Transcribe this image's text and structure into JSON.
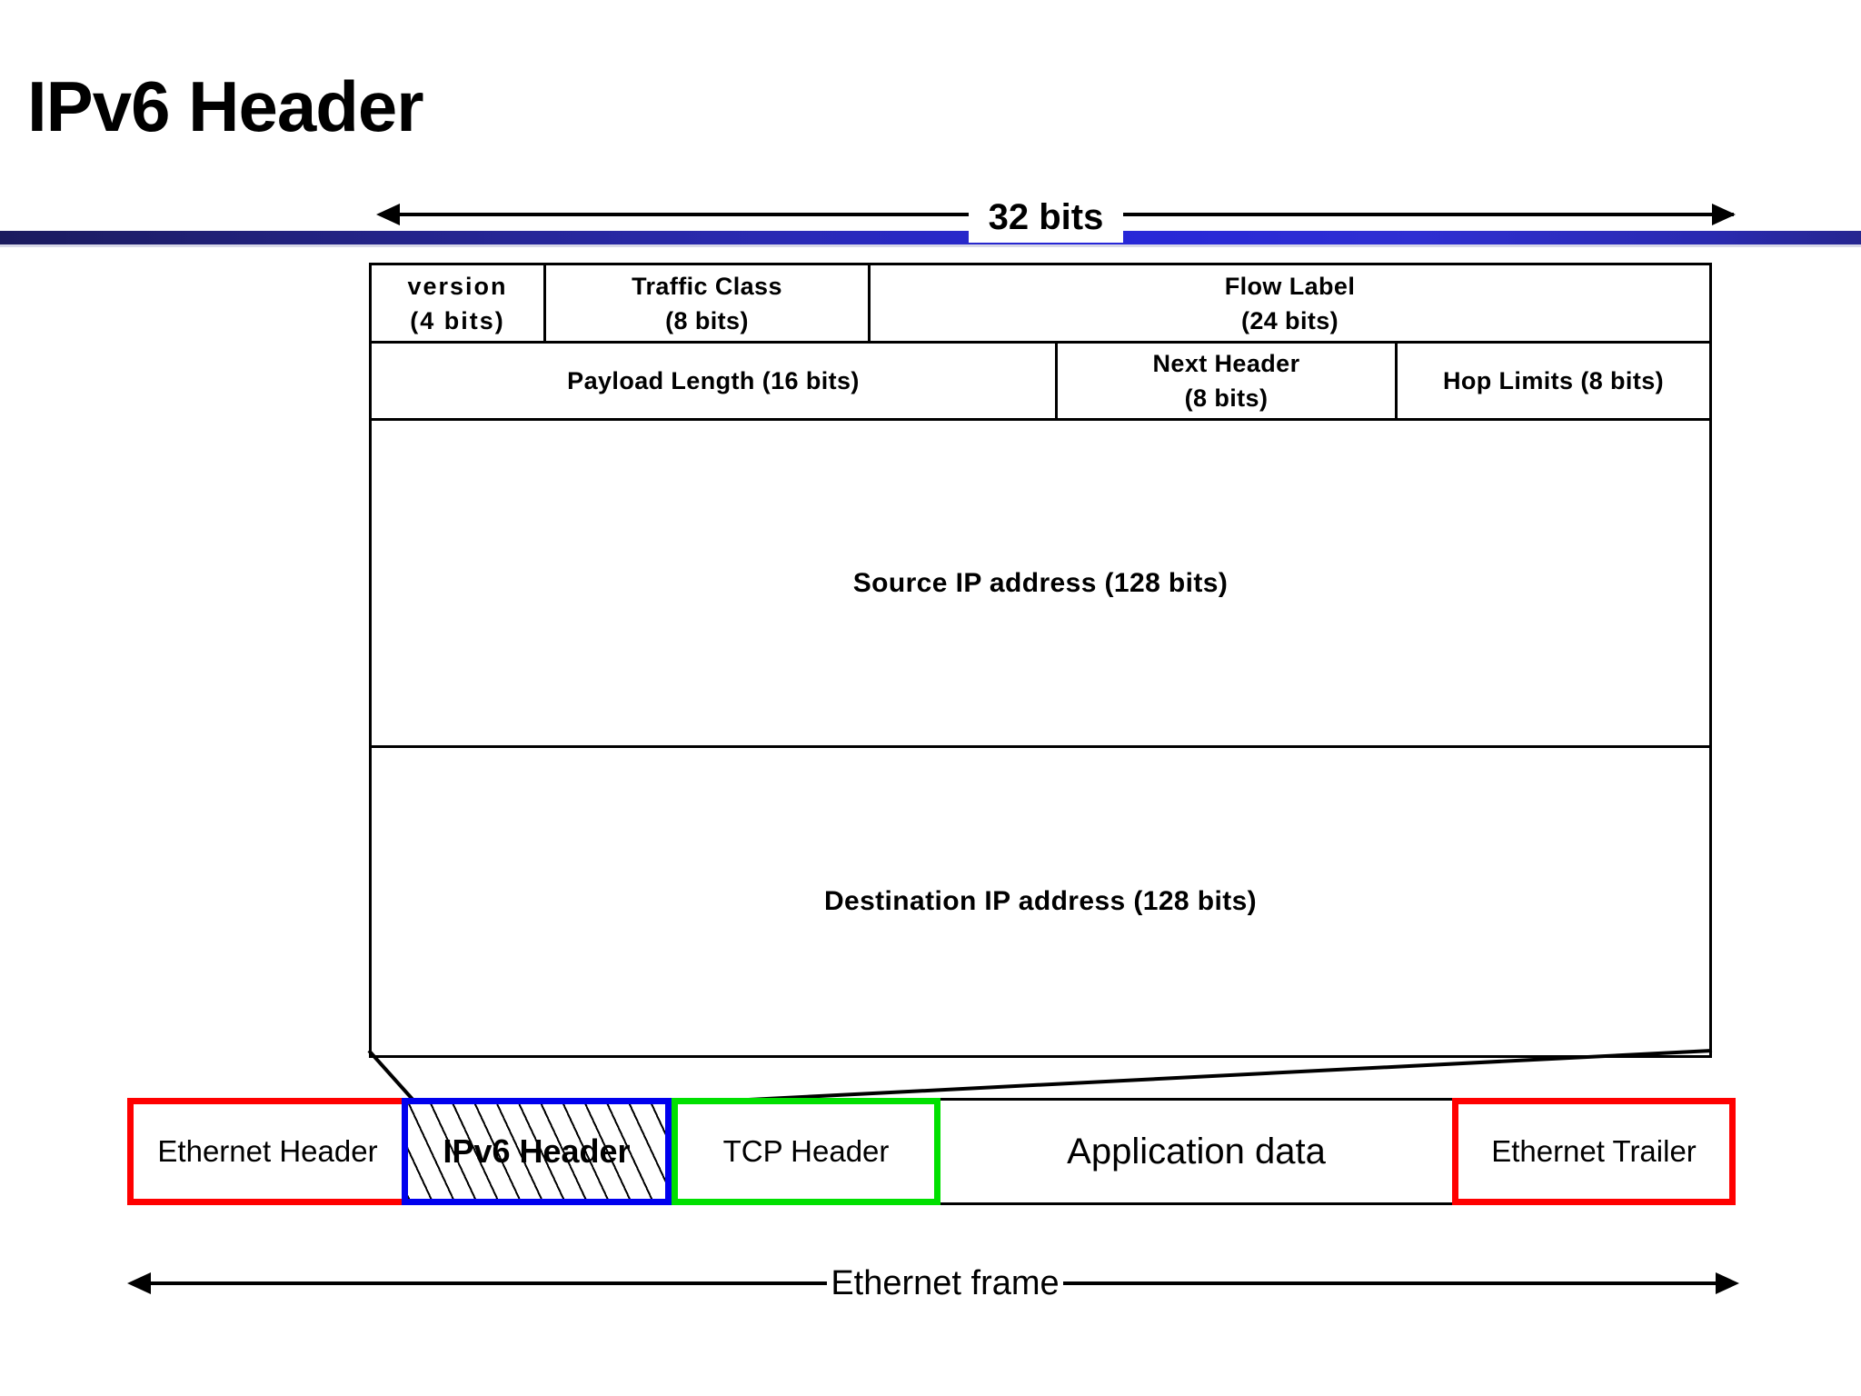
{
  "slide": {
    "title": "IPv6 Header",
    "accent_color": "#2626d8"
  },
  "bits_measure": {
    "label": "32 bits",
    "left_arrow_icon": "arrow-left-icon",
    "right_arrow_icon": "arrow-right-icon"
  },
  "header_table": {
    "rows": [
      {
        "cells": [
          {
            "name": "version",
            "line1": "version",
            "line2": "(4 bits)"
          },
          {
            "name": "traffic-class",
            "line1": "Traffic Class",
            "line2": "(8 bits)"
          },
          {
            "name": "flow-label",
            "line1": "Flow Label",
            "line2": "(24 bits)"
          }
        ]
      },
      {
        "cells": [
          {
            "name": "payload-length",
            "line1": "Payload Length  (16 bits)",
            "line2": ""
          },
          {
            "name": "next-header",
            "line1": "Next Header",
            "line2": "(8 bits)"
          },
          {
            "name": "hop-limits",
            "line1": "Hop Limits (8 bits)",
            "line2": ""
          }
        ]
      },
      {
        "cells": [
          {
            "name": "source-ip-address",
            "line1": "Source IP address (128  bits)",
            "line2": ""
          }
        ]
      },
      {
        "cells": [
          {
            "name": "destination-ip-address",
            "line1": "Destination IP address (128  bits)",
            "line2": ""
          }
        ]
      }
    ]
  },
  "ethernet_frame": {
    "boxes": [
      {
        "name": "ethernet-header",
        "label": "Ethernet Header",
        "border_color": "#ff0000"
      },
      {
        "name": "ipv6-header",
        "label": "IPv6  Header",
        "border_color": "#0000ee",
        "fill": "diagonal-hatch"
      },
      {
        "name": "tcp-header",
        "label": "TCP Header",
        "border_color": "#00e000"
      },
      {
        "name": "application-data",
        "label": "Application data",
        "border_color": "#000000"
      },
      {
        "name": "ethernet-trailer",
        "label": "Ethernet Trailer",
        "border_color": "#ff0000"
      }
    ],
    "measure_label": "Ethernet frame",
    "left_arrow_icon": "arrow-left-icon",
    "right_arrow_icon": "arrow-right-icon"
  }
}
